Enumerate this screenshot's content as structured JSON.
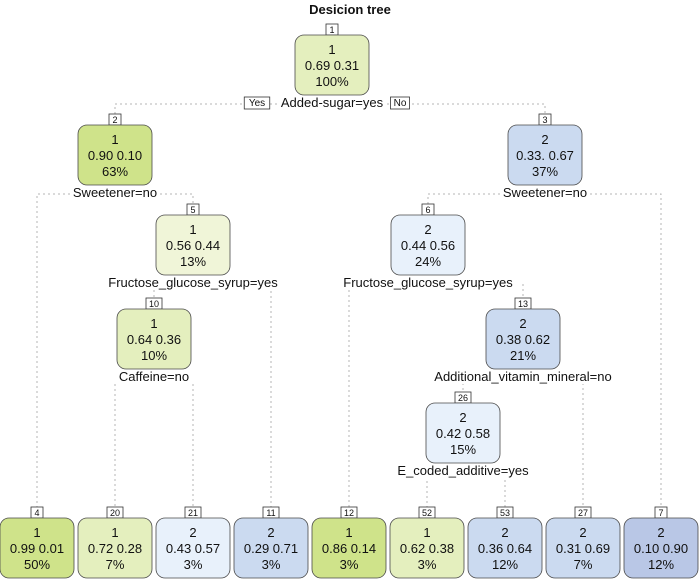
{
  "title": "Desicion tree",
  "branch_labels": {
    "yes": "Yes",
    "no": "No"
  },
  "palette": {
    "class1_light": "#f0f5d8",
    "class1_mid": "#e4efbe",
    "class1_strong": "#cfe38a",
    "class2_light": "#e8f1fb",
    "class2_mid": "#cbdaf0",
    "class2_strong": "#b9c7e6",
    "edge": "#b4b4b4",
    "text": "#111111"
  },
  "nodes": [
    {
      "id": "1",
      "class": "1",
      "probs": "0.69 0.31",
      "pct": "100%",
      "split": "Added-sugar=yes"
    },
    {
      "id": "2",
      "class": "1",
      "probs": "0.90 0.10",
      "pct": "63%",
      "split": "Sweetener=no"
    },
    {
      "id": "3",
      "class": "2",
      "probs": "0.33. 0.67",
      "pct": "37%",
      "split": "Sweetener=no"
    },
    {
      "id": "5",
      "class": "1",
      "probs": "0.56 0.44",
      "pct": "13%",
      "split": "Fructose_glucose_syrup=yes"
    },
    {
      "id": "6",
      "class": "2",
      "probs": "0.44 0.56",
      "pct": "24%",
      "split": "Fructose_glucose_syrup=yes"
    },
    {
      "id": "10",
      "class": "1",
      "probs": "0.64 0.36",
      "pct": "10%",
      "split": "Caffeine=no"
    },
    {
      "id": "13",
      "class": "2",
      "probs": "0.38 0.62",
      "pct": "21%",
      "split": "Additional_vitamin_mineral=no"
    },
    {
      "id": "26",
      "class": "2",
      "probs": "0.42 0.58",
      "pct": "15%",
      "split": "E_coded_additive=yes"
    },
    {
      "id": "4",
      "class": "1",
      "probs": "0.99 0.01",
      "pct": "50%",
      "split": ""
    },
    {
      "id": "20",
      "class": "1",
      "probs": "0.72 0.28",
      "pct": "7%",
      "split": ""
    },
    {
      "id": "21",
      "class": "2",
      "probs": "0.43 0.57",
      "pct": "3%",
      "split": ""
    },
    {
      "id": "11",
      "class": "2",
      "probs": "0.29 0.71",
      "pct": "3%",
      "split": ""
    },
    {
      "id": "12",
      "class": "1",
      "probs": "0.86 0.14",
      "pct": "3%",
      "split": ""
    },
    {
      "id": "52",
      "class": "1",
      "probs": "0.62 0.38",
      "pct": "3%",
      "split": ""
    },
    {
      "id": "53",
      "class": "2",
      "probs": "0.36 0.64",
      "pct": "12%",
      "split": ""
    },
    {
      "id": "27",
      "class": "2",
      "probs": "0.31 0.69",
      "pct": "7%",
      "split": ""
    },
    {
      "id": "7",
      "class": "2",
      "probs": "0.10 0.90",
      "pct": "12%",
      "split": ""
    }
  ],
  "edges": [
    [
      "1",
      "2"
    ],
    [
      "1",
      "3"
    ],
    [
      "2",
      "4"
    ],
    [
      "2",
      "5"
    ],
    [
      "5",
      "10"
    ],
    [
      "5",
      "11"
    ],
    [
      "10",
      "20"
    ],
    [
      "10",
      "21"
    ],
    [
      "3",
      "6"
    ],
    [
      "3",
      "7"
    ],
    [
      "6",
      "12"
    ],
    [
      "6",
      "13"
    ],
    [
      "13",
      "26"
    ],
    [
      "13",
      "27"
    ],
    [
      "26",
      "52"
    ],
    [
      "26",
      "53"
    ]
  ]
}
